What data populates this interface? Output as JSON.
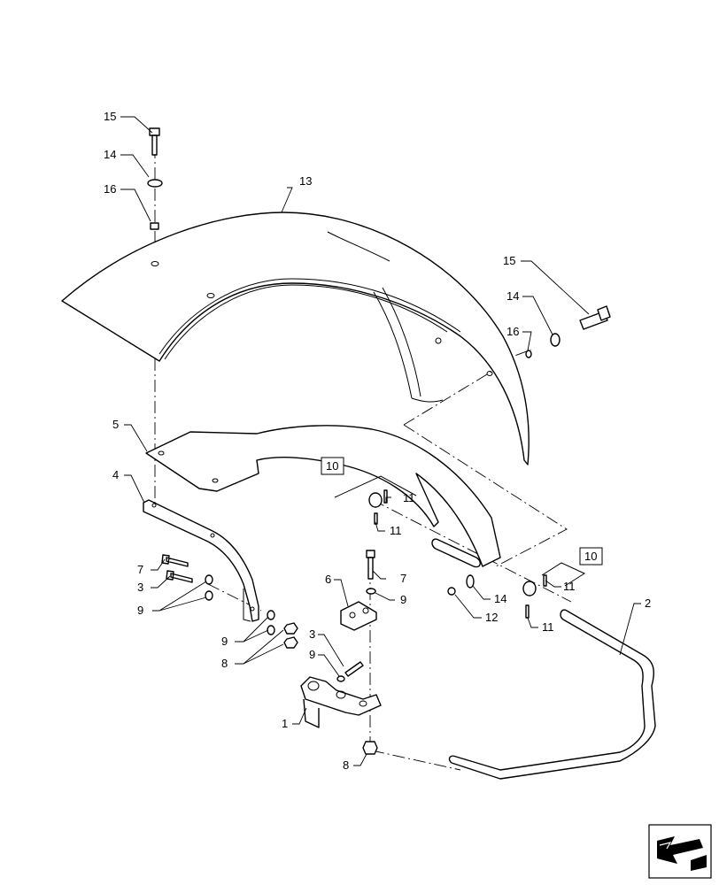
{
  "callouts": {
    "c1": "1",
    "c2": "2",
    "c3a": "3",
    "c3b": "3",
    "c4": "4",
    "c5": "5",
    "c6": "6",
    "c7a": "7",
    "c7b": "7",
    "c8a": "8",
    "c8b": "8",
    "c9a": "9",
    "c9b": "9",
    "c9c": "9",
    "c9d": "9",
    "c10a": "10",
    "c10b": "10",
    "c11a": "11",
    "c11b": "11",
    "c11c": "11",
    "c11d": "11",
    "c12": "12",
    "c13": "13",
    "c14a": "14",
    "c14b": "14",
    "c14c": "14",
    "c15a": "15",
    "c15b": "15",
    "c16a": "16",
    "c16b": "16"
  },
  "nav_icon": "navigation-arrow-icon"
}
